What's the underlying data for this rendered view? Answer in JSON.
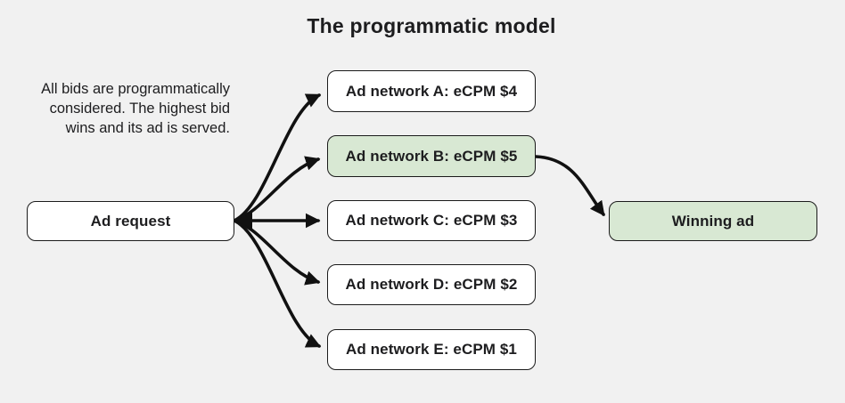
{
  "title": "The programmatic model",
  "note": {
    "line1": "All bids are programmatically",
    "line2": "considered. The highest bid",
    "line3": "wins and its ad is served."
  },
  "nodes": {
    "ad_request": {
      "label": "Ad request"
    },
    "networks": [
      {
        "label": "Ad network A: eCPM $4",
        "ecpm": 4,
        "highlighted": false
      },
      {
        "label": "Ad network B: eCPM $5",
        "ecpm": 5,
        "highlighted": true
      },
      {
        "label": "Ad network C: eCPM $3",
        "ecpm": 3,
        "highlighted": false
      },
      {
        "label": "Ad network D: eCPM $2",
        "ecpm": 2,
        "highlighted": false
      },
      {
        "label": "Ad network E: eCPM $1",
        "ecpm": 1,
        "highlighted": false
      }
    ],
    "winning_ad": {
      "label": "Winning ad"
    }
  },
  "edges": [
    {
      "from": "ad_request",
      "to": "network_a"
    },
    {
      "from": "ad_request",
      "to": "network_b"
    },
    {
      "from": "ad_request",
      "to": "network_c"
    },
    {
      "from": "ad_request",
      "to": "network_d"
    },
    {
      "from": "ad_request",
      "to": "network_e"
    },
    {
      "from": "network_b",
      "to": "winning_ad"
    }
  ],
  "colors": {
    "background": "#f1f1f1",
    "box_fill": "#ffffff",
    "highlight_fill": "#d8e8d3",
    "border": "#1b1b1b",
    "arrow": "#111111",
    "text": "#1d1d1f"
  }
}
